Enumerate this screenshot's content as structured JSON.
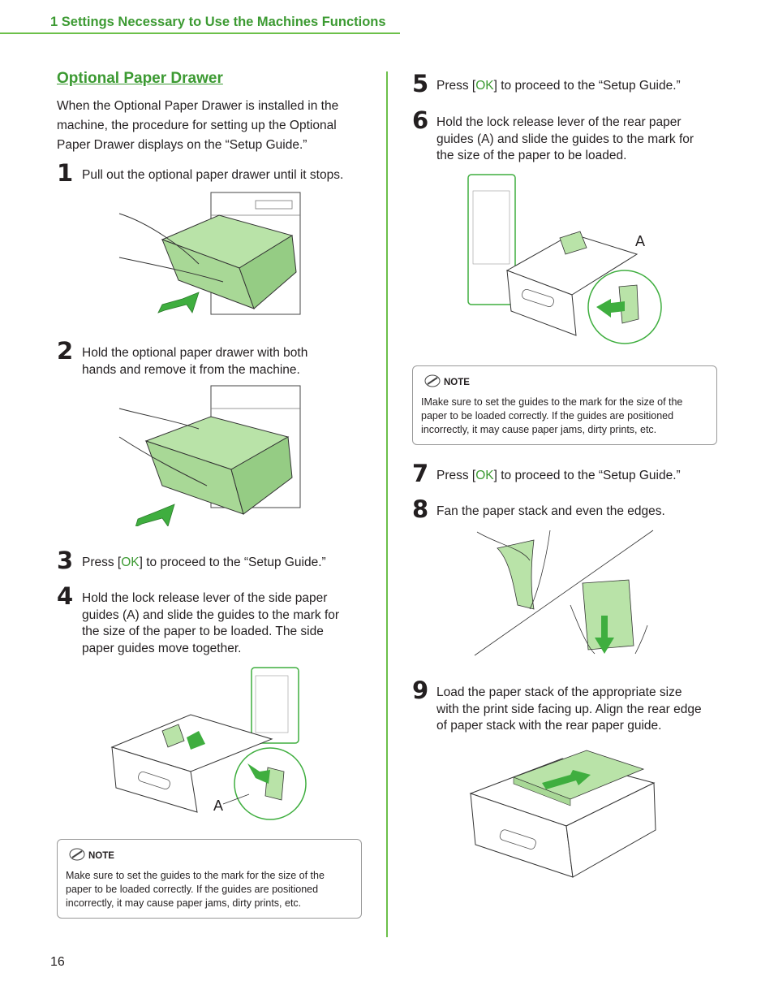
{
  "header": {
    "chapter_title": "1 Settings Necessary to Use the Machines Functions"
  },
  "section": {
    "title": "Optional Paper Drawer",
    "intro": "When the Optional Paper Drawer is installed in the machine, the procedure for setting up the Optional Paper Drawer displays on the “Setup Guide.”"
  },
  "steps": [
    {
      "num": "1",
      "lines": [
        "Pull out the optional paper drawer until it stops."
      ]
    },
    {
      "num": "2",
      "lines": [
        "Hold the optional paper drawer with both",
        "hands and remove it from the machine."
      ]
    },
    {
      "num": "3",
      "pre": "Press [",
      "ok": "OK",
      "post": "] to proceed to the “Setup Guide.”"
    },
    {
      "num": "4",
      "lines": [
        "Hold the lock release lever of the side paper",
        "guides (A) and slide the guides to the mark for",
        "the size of the paper to be loaded. The side",
        "paper guides move together."
      ]
    },
    {
      "num": "5",
      "pre": "Press [",
      "ok": "OK",
      "post": "] to proceed to the “Setup Guide.”"
    },
    {
      "num": "6",
      "lines": [
        "Hold the lock release lever of the rear paper",
        "guides (A) and slide the guides to the mark for",
        "the size of the paper to be loaded."
      ]
    },
    {
      "num": "7",
      "pre": "Press [",
      "ok": "OK",
      "post": "] to proceed to the “Setup Guide.”"
    },
    {
      "num": "8",
      "lines": [
        "Fan the paper stack and even the edges."
      ]
    },
    {
      "num": "9",
      "lines": [
        "Load the paper stack of the appropriate size",
        "with the print side facing up. Align the rear edge",
        "of paper stack with the rear paper guide."
      ]
    }
  ],
  "notes": [
    {
      "label": "NOTE",
      "lines": [
        "Make sure to set the guides to the mark for the size of the",
        "paper to be loaded correctly. If the guides are positioned",
        "incorrectly, it may cause paper jams, dirty prints, etc."
      ]
    },
    {
      "label": "NOTE",
      "lines": [
        "IMake sure to set the guides to the mark for the size of the",
        "paper to be loaded correctly. If the guides are positioned",
        "incorrectly, it may cause paper jams, dirty prints, etc."
      ]
    }
  ],
  "callouts": {
    "step4_label": "A",
    "step6_label": "A"
  },
  "page_number": "16",
  "colors": {
    "accent": "#3c9a32",
    "rule": "#6cc04a",
    "drawer_fill": "#b9e3a8",
    "arrow": "#3fae3f"
  }
}
